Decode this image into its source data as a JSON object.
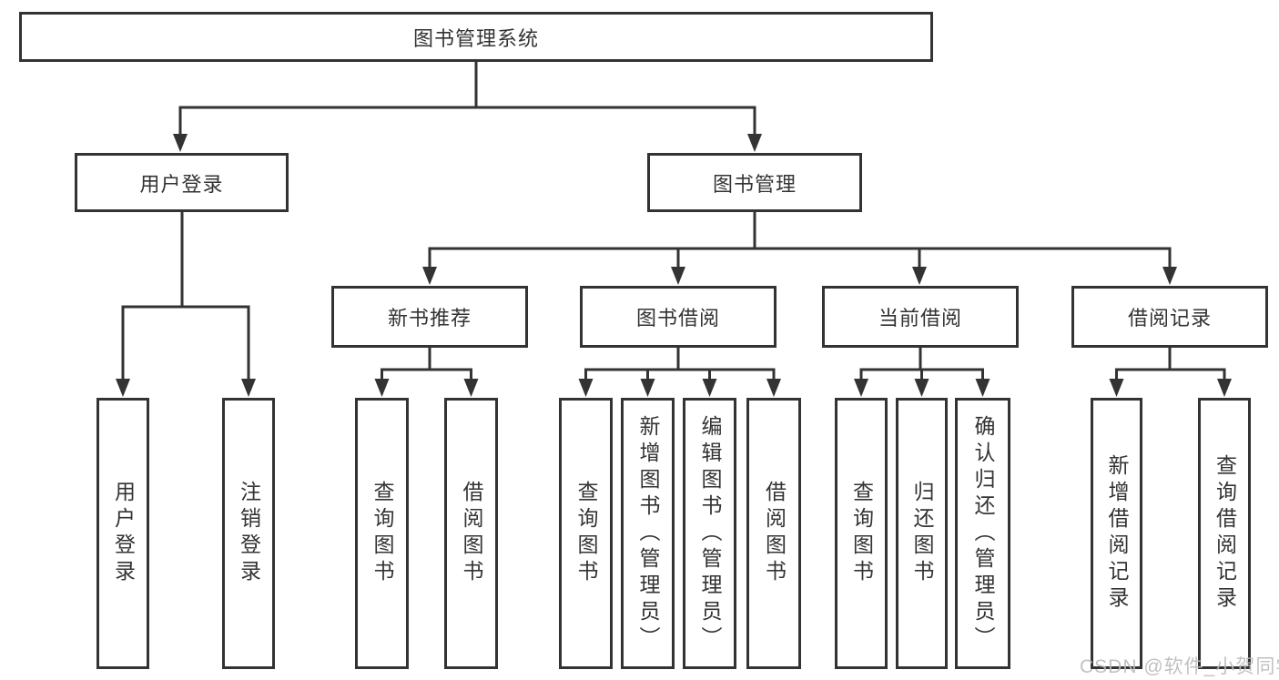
{
  "nodes": {
    "root": "图书管理系统",
    "level2": [
      "用户登录",
      "图书管理"
    ],
    "level3": [
      "新书推荐",
      "图书借阅",
      "当前借阅",
      "借阅记录"
    ],
    "leaves": {
      "user_login": [
        "用户登录",
        "注销登录"
      ],
      "new_books": [
        "查询图书",
        "借阅图书"
      ],
      "book_borrow": [
        "查询图书",
        "新增图书（管理员）",
        "编辑图书（管理员）",
        "借阅图书"
      ],
      "current_borrow": [
        "查询图书",
        "归还图书",
        "确认归还（管理员）"
      ],
      "borrow_records": [
        "新增借阅记录",
        "查询借阅记录"
      ]
    }
  },
  "watermark": "CSDN @软件_小贺同学",
  "colors": {
    "line": "#333333",
    "box_background": "#ffffff",
    "text": "#333333",
    "watermark": "#bcbcbc",
    "page_background": "#ffffff"
  }
}
